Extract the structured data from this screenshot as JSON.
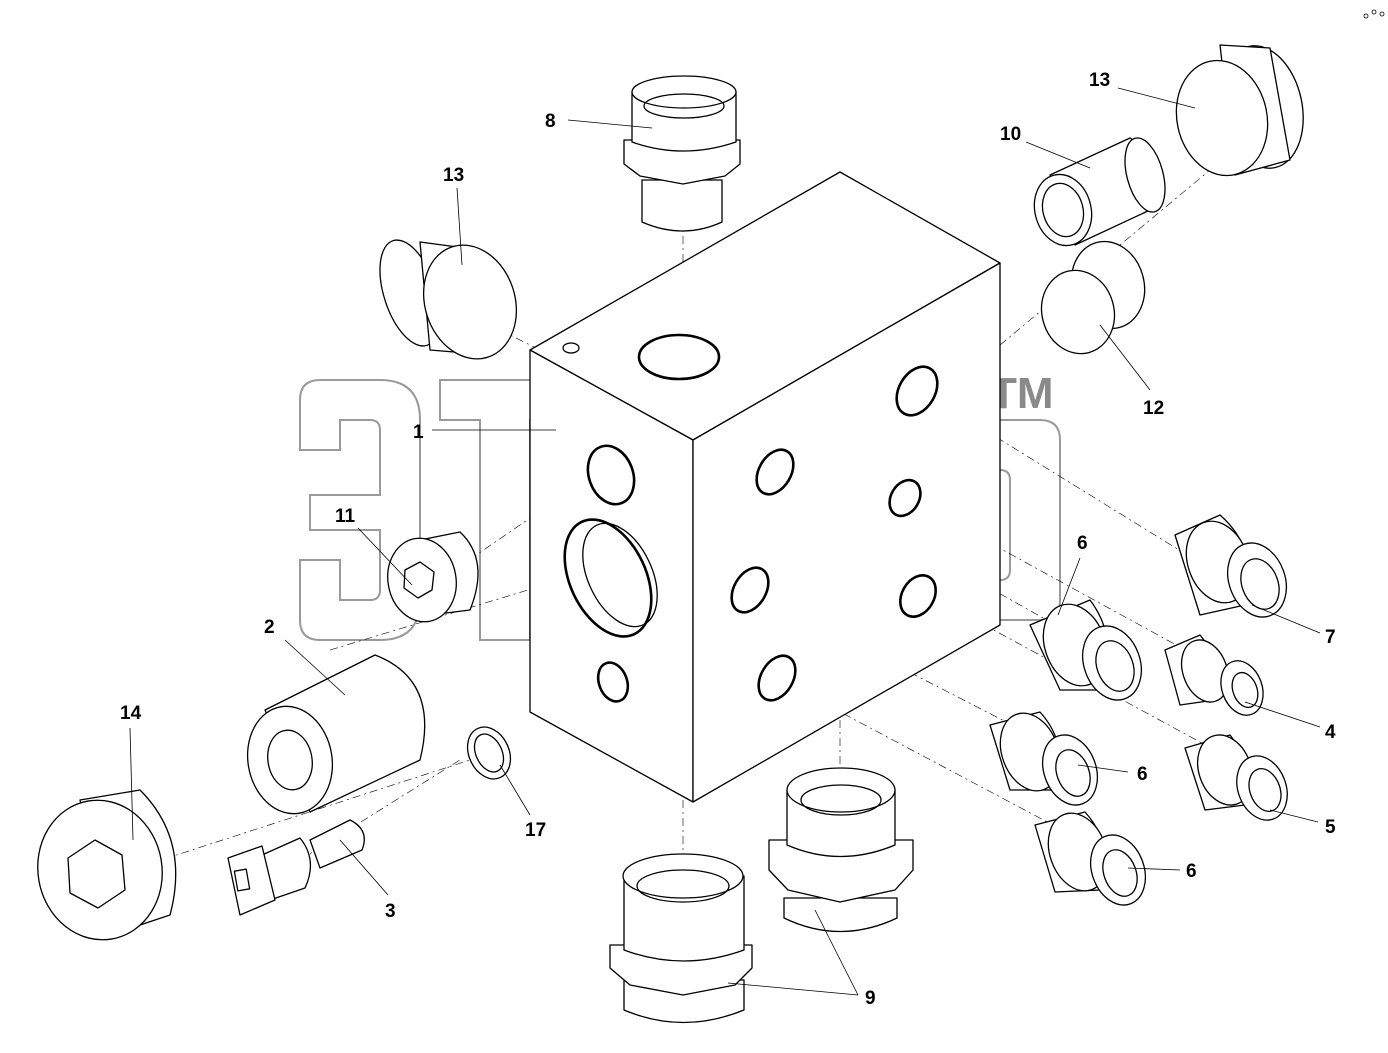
{
  "labels": {
    "l1": "1",
    "l2": "2",
    "l3": "3",
    "l4": "4",
    "l5": "5",
    "l6a": "6",
    "l6b": "6",
    "l6c": "6",
    "l7": "7",
    "l8": "8",
    "l9": "9",
    "l10": "10",
    "l11": "11",
    "l12": "12",
    "l13a": "13",
    "l13b": "13",
    "l14": "14",
    "l17": "17"
  },
  "watermark": {
    "tm": "TM"
  },
  "colors": {
    "line": "#000000",
    "watermark": "#9a9a9a",
    "background": "#ffffff"
  }
}
